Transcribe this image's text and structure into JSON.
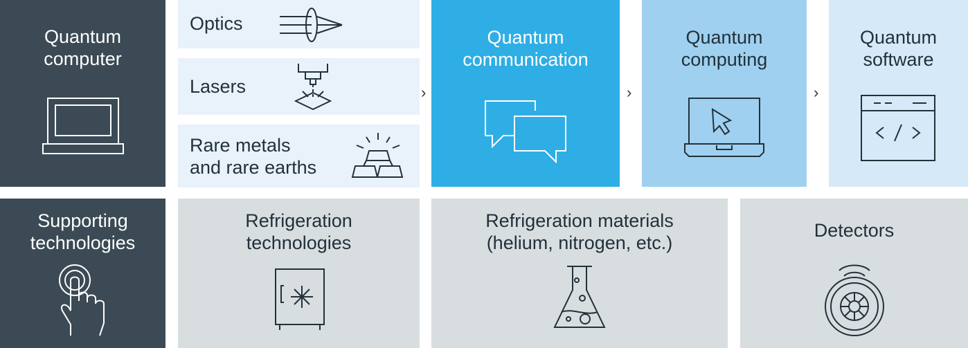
{
  "quantum_computer": {
    "label": "Quantum\ncomputer",
    "icon": "laptop-icon"
  },
  "components": [
    {
      "label": "Optics",
      "icon": "lens-icon"
    },
    {
      "label": "Lasers",
      "icon": "laser-icon"
    },
    {
      "label": "Rare metals\nand rare earths",
      "icon": "metal-bars-icon"
    }
  ],
  "applications": [
    {
      "label": "Quantum\ncommunication",
      "icon": "chat-bubbles-icon"
    },
    {
      "label": "Quantum\ncomputing",
      "icon": "laptop-cursor-icon"
    },
    {
      "label": "Quantum\nsoftware",
      "icon": "code-window-icon"
    }
  ],
  "arrow_glyph": "›",
  "supporting": {
    "label": "Supporting\ntechnologies",
    "icon": "touch-hand-icon"
  },
  "supporting_items": [
    {
      "label": "Refrigeration\ntechnologies",
      "icon": "freezer-icon"
    },
    {
      "label": "Refrigeration materials\n(helium, nitrogen, etc.)",
      "icon": "flask-icon"
    },
    {
      "label": "Detectors",
      "icon": "detector-icon"
    }
  ],
  "colors": {
    "dark": "#3b4a54",
    "pale_blue": "#e9f2fb",
    "cyan": "#2eaee5",
    "sky_blue": "#9fd0f0",
    "ice_blue": "#d6e9f8",
    "grey": "#d8dde0"
  }
}
